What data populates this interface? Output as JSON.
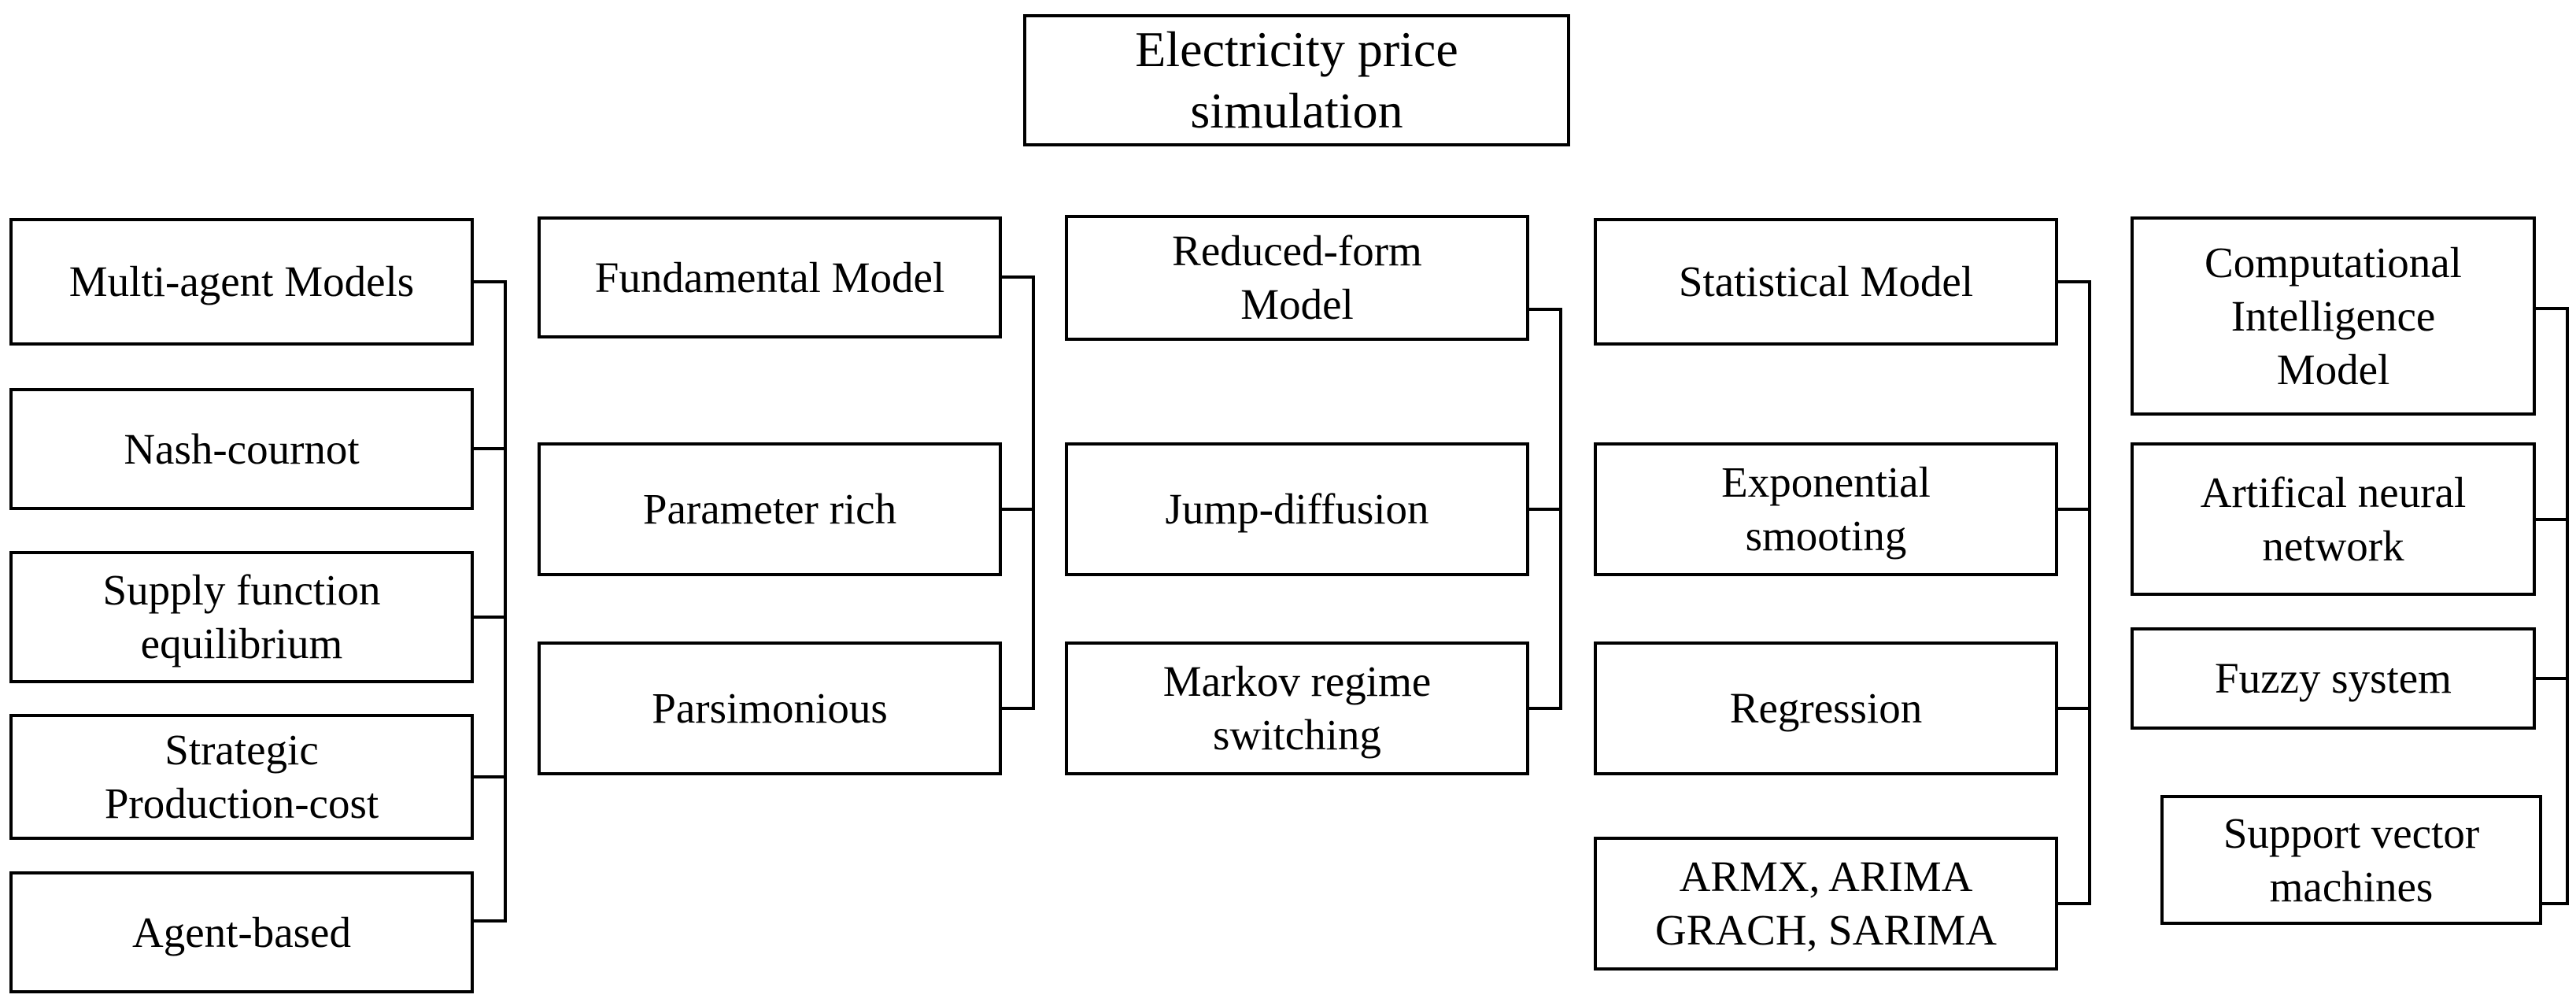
{
  "title": "Electricity price\nsimulation",
  "columns": [
    {
      "header": "Multi-agent Models",
      "items": [
        "Nash-cournot",
        "Supply function\nequilibrium",
        "Strategic\nProduction-cost",
        "Agent-based"
      ]
    },
    {
      "header": "Fundamental Model",
      "items": [
        "Parameter rich",
        "Parsimonious"
      ]
    },
    {
      "header": "Reduced-form\nModel",
      "items": [
        "Jump-diffusion",
        "Markov regime\nswitching"
      ]
    },
    {
      "header": "Statistical Model",
      "items": [
        "Exponential\nsmooting",
        "Regression",
        "ARMX, ARIMA\nGRACH, SARIMA"
      ]
    },
    {
      "header": "Computational\nIntelligence\nModel",
      "items": [
        "Artifical neural\nnetwork",
        "Fuzzy system",
        "Support vector\nmachines"
      ]
    }
  ]
}
